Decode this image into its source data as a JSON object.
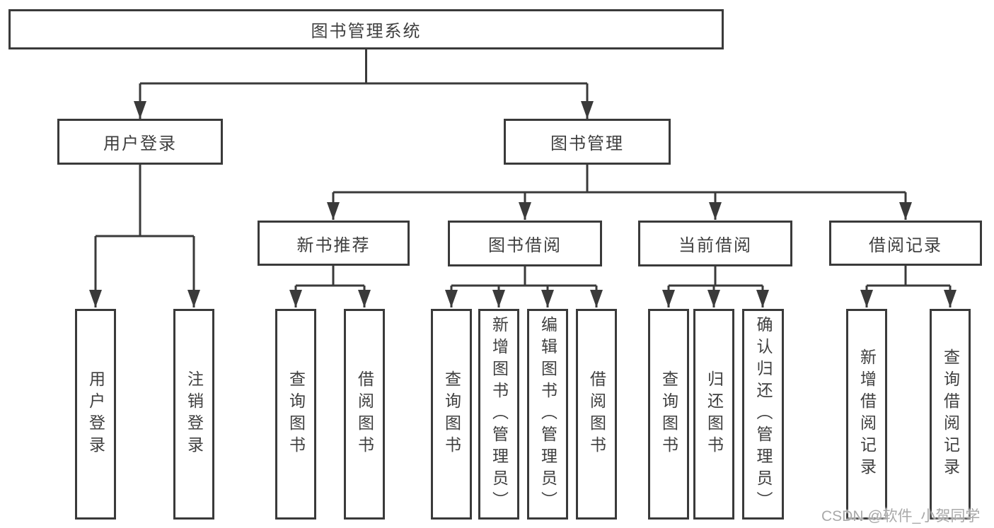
{
  "diagram": {
    "root": {
      "label": "图书管理系统"
    },
    "children": [
      {
        "label": "用户登录",
        "children": [
          {
            "label": "用户登录"
          },
          {
            "label": "注销登录"
          }
        ]
      },
      {
        "label": "图书管理",
        "children": [
          {
            "label": "新书推荐",
            "children": [
              {
                "label": "查询图书"
              },
              {
                "label": "借阅图书"
              }
            ]
          },
          {
            "label": "图书借阅",
            "children": [
              {
                "label": "查询图书"
              },
              {
                "label": "新增图书（管理员）"
              },
              {
                "label": "编辑图书（管理员）"
              },
              {
                "label": "借阅图书"
              }
            ]
          },
          {
            "label": "当前借阅",
            "children": [
              {
                "label": "查询图书"
              },
              {
                "label": "归还图书"
              },
              {
                "label": "确认归还（管理员）"
              }
            ]
          },
          {
            "label": "借阅记录",
            "children": [
              {
                "label": "新增借阅记录"
              },
              {
                "label": "查询借阅记录"
              }
            ]
          }
        ]
      }
    ]
  },
  "watermark": {
    "text": "CSDN @软件_小贺同学"
  },
  "colors": {
    "line": "#3a3a3a",
    "box_border": "#3a3a3a",
    "text": "#3f3f3f",
    "background": "#ffffff",
    "watermark": "#a9a9a9"
  }
}
